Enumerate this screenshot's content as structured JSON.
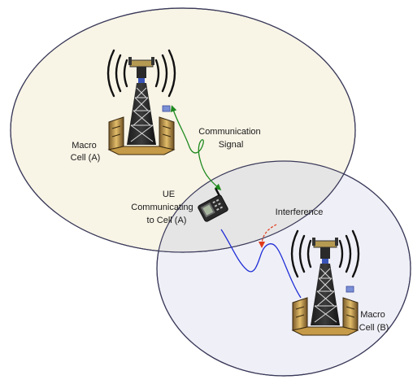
{
  "cell_a": {
    "label_line1": "Macro",
    "label_line2": "Cell (A)",
    "fill_color": "#f8f4e6",
    "stroke_color": "#3a3a5a"
  },
  "cell_b": {
    "label_line1": "Macro",
    "label_line2": "Cell (B)",
    "fill_color": "#efeff7",
    "stroke_color": "#3a3a5a"
  },
  "overlap_fill_color": "#e6e5e5",
  "ue": {
    "label_line1": "UE",
    "label_line2": "Communicating",
    "label_line3": "to Cell (A)",
    "icon": "mobile-phone-icon"
  },
  "communication_signal": {
    "label_line1": "Communication",
    "label_line2": "Signal",
    "color": "#1f8a1f"
  },
  "interference": {
    "label": "Interference",
    "signal_color": "#1f2fd6",
    "arrow_color": "#e03a1a"
  },
  "tower_icon": "cell-tower-icon"
}
